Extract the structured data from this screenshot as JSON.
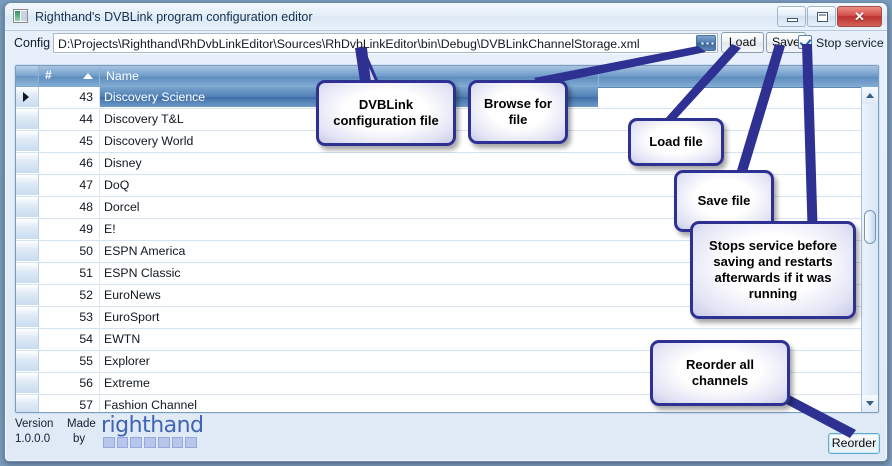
{
  "window": {
    "title": "Righthand's DVBLink program configuration editor",
    "icon": "app-window-icon",
    "controls": {
      "minimize": "minimize-icon",
      "maximize": "restore-icon",
      "close": "✕"
    }
  },
  "toolbar": {
    "config_label": "Config",
    "config_path": "D:\\Projects\\Righthand\\RhDvbLinkEditor\\Sources\\RhDvbLinkEditor\\bin\\Debug\\DVBLinkChannelStorage.xml",
    "browse_label": "...",
    "load_label": "Load",
    "save_label": "Save",
    "stop_service_label": "Stop service",
    "stop_service_checked": true
  },
  "grid": {
    "columns": [
      "#",
      "Name"
    ],
    "sort_column": "#",
    "sort_direction": "ascending",
    "selected_index": 0,
    "rows": [
      {
        "num": "43",
        "name": "Discovery Science"
      },
      {
        "num": "44",
        "name": "Discovery T&L"
      },
      {
        "num": "45",
        "name": "Discovery World"
      },
      {
        "num": "46",
        "name": "Disney"
      },
      {
        "num": "47",
        "name": "DoQ"
      },
      {
        "num": "48",
        "name": "Dorcel"
      },
      {
        "num": "49",
        "name": "E!"
      },
      {
        "num": "50",
        "name": "ESPN America"
      },
      {
        "num": "51",
        "name": "ESPN Classic"
      },
      {
        "num": "52",
        "name": "EuroNews"
      },
      {
        "num": "53",
        "name": "EuroSport"
      },
      {
        "num": "54",
        "name": "EWTN"
      },
      {
        "num": "55",
        "name": "Explorer"
      },
      {
        "num": "56",
        "name": "Extreme"
      },
      {
        "num": "57",
        "name": "Fashion Channel"
      }
    ]
  },
  "footer": {
    "version_label": "Version",
    "version_value": "1.0.0.0",
    "made_label": "Made",
    "made_by_label": "by",
    "logo_text": "righthand",
    "reorder_label": "Reorder"
  },
  "callouts": [
    {
      "id": "config-file",
      "text": "DVBLink\nconfiguration file"
    },
    {
      "id": "browse",
      "text": "Browse for\nfile"
    },
    {
      "id": "load",
      "text": "Load file"
    },
    {
      "id": "save",
      "text": "Save file"
    },
    {
      "id": "stop-service",
      "text": "Stops service before saving and restarts afterwards if it was running"
    },
    {
      "id": "reorder",
      "text": "Reorder all\nchannels"
    }
  ],
  "colors": {
    "callout_border": "#2e3192",
    "header_blue": "#5d8cbe",
    "selection_blue": "#4e7fb5",
    "logo_blue": "#3f63b5",
    "close_red": "#bc322d"
  }
}
